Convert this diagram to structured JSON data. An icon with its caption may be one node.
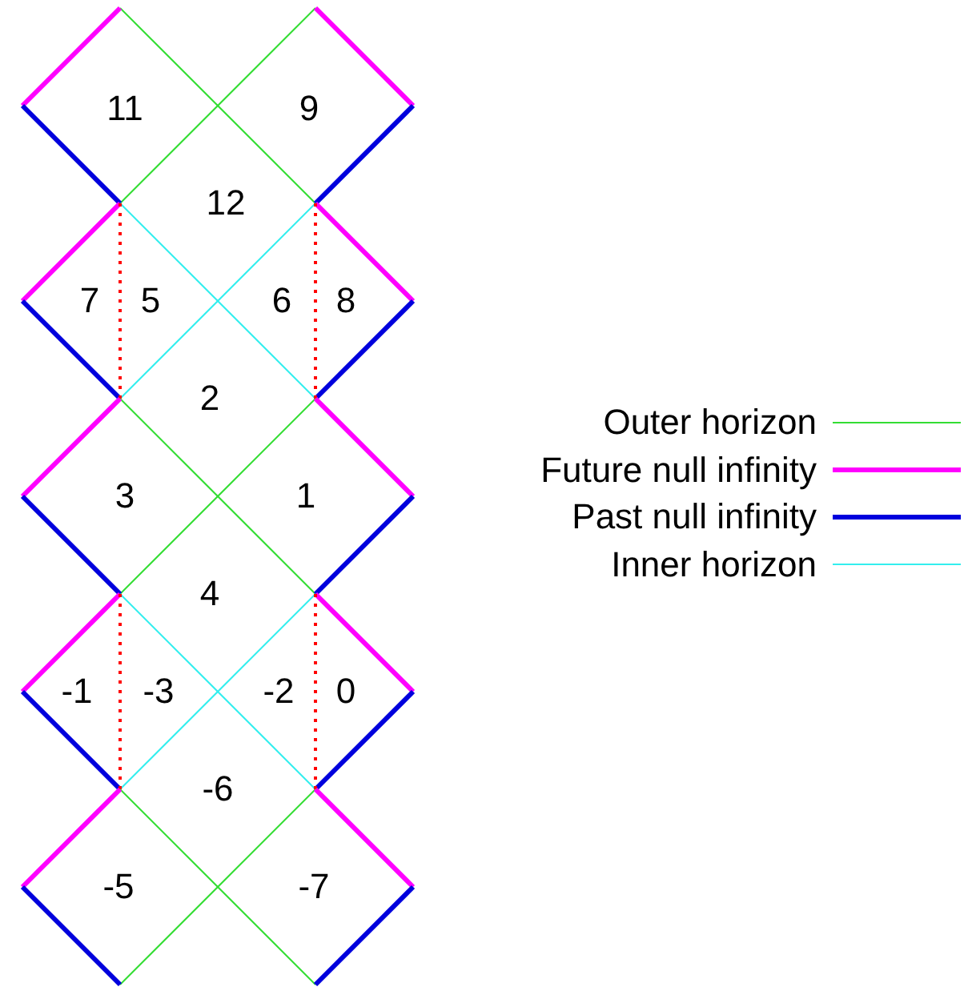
{
  "diagram": {
    "labels": [
      "11",
      "9",
      "12",
      "7",
      "5",
      "6",
      "8",
      "2",
      "3",
      "1",
      "4",
      "-1",
      "-3",
      "-2",
      "0",
      "-6",
      "-5",
      "-7"
    ],
    "legend": [
      {
        "text": "Outer horizon"
      },
      {
        "text": "Future null infinity"
      },
      {
        "text": "Past null infinity"
      },
      {
        "text": "Inner horizon"
      }
    ]
  }
}
